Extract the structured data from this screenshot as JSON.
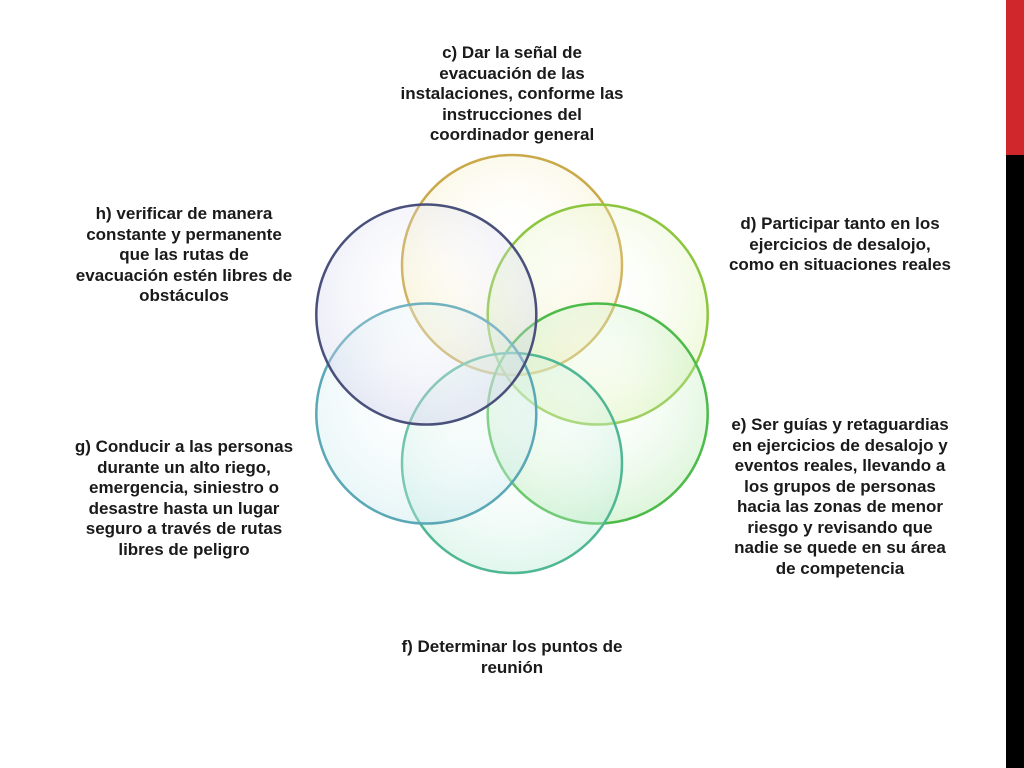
{
  "theme": {
    "accent_red": "#d0272d",
    "accent_black": "#000000",
    "text_color": "#1a1a1a"
  },
  "diagram": {
    "type": "overlapping-circles",
    "items": [
      {
        "id": "c",
        "text": "c) Dar la señal de\nevacuación de las\ninstalaciones, conforme las\ninstrucciones del\ncoordinador general",
        "fill": "#f1e3a0",
        "stroke": "#c9a94a"
      },
      {
        "id": "d",
        "text": "d) Participar tanto en los\nejercicios de desalojo,\ncomo en situaciones reales",
        "fill": "#d3ef9d",
        "stroke": "#8cc63e"
      },
      {
        "id": "e",
        "text": "e) Ser guías y retaguardias\nen ejercicios de desalojo y\neventos reales, llevando a\nlos grupos de personas\nhacia las zonas de menor\nriesgo y revisando que\nnadie se quede en su área\nde competencia",
        "fill": "#a9e7a3",
        "stroke": "#4cbb4a"
      },
      {
        "id": "f",
        "text": "f) Determinar los puntos de\nreunión",
        "fill": "#b6ead5",
        "stroke": "#4fb793"
      },
      {
        "id": "g",
        "text": "g) Conducir a las personas\ndurante un alto riego,\nemergencia, siniestro o\ndesastre hasta un lugar\nseguro a través de rutas\nlibres de peligro",
        "fill": "#c6e8ec",
        "stroke": "#5aa7b5"
      },
      {
        "id": "h",
        "text": "h) verificar de manera\nconstante y permanente\nque las rutas de\nevacuación estén libres de\nobstáculos",
        "fill": "#c9cce8",
        "stroke": "#49507a"
      }
    ]
  }
}
